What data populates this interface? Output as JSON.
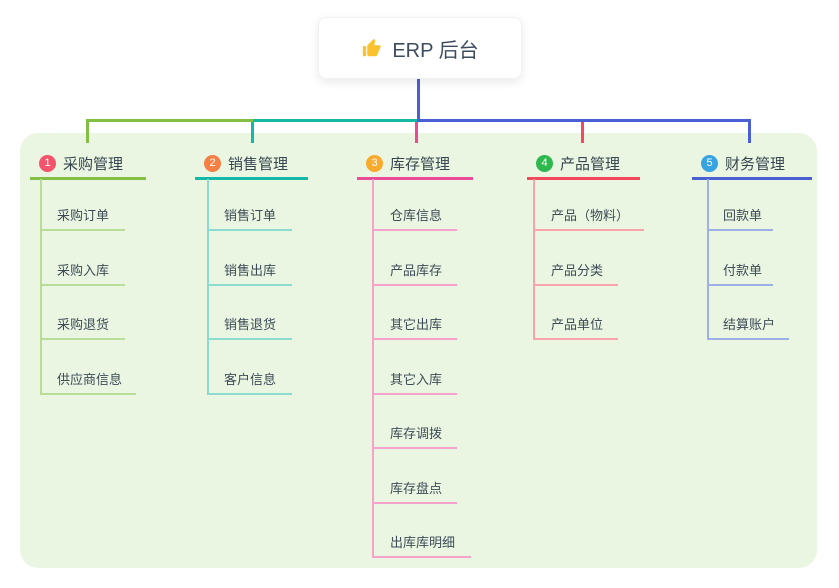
{
  "root": {
    "label": "ERP 后台",
    "icon": "thumbs-up-icon",
    "icon_color": "#f9c22e"
  },
  "connector_root_color": "#4a5fd4",
  "panel_color": "#eaf6e2",
  "branches": [
    {
      "badge": "1",
      "label": "采购管理",
      "badge_color": "#f4546b",
      "line_color": "#82bf44",
      "light_line_color": "#b9dd96",
      "children": [
        "采购订单",
        "采购入库",
        "采购退货",
        "供应商信息"
      ]
    },
    {
      "badge": "2",
      "label": "销售管理",
      "badge_color": "#f58044",
      "line_color": "#14b8a6",
      "light_line_color": "#8cdbd1",
      "children": [
        "销售订单",
        "销售出库",
        "销售退货",
        "客户信息"
      ]
    },
    {
      "badge": "3",
      "label": "库存管理",
      "badge_color": "#f9aa2d",
      "line_color": "#ea4a97",
      "light_line_color": "#f5a3cb",
      "children": [
        "仓库信息",
        "产品库存",
        "其它出库",
        "其它入库",
        "库存调拨",
        "库存盘点",
        "出库库明细"
      ]
    },
    {
      "badge": "4",
      "label": "产品管理",
      "badge_color": "#2fb84d",
      "line_color": "#f4495c",
      "light_line_color": "#f9a3ab",
      "children": [
        "产品（物料）",
        "产品分类",
        "产品单位"
      ]
    },
    {
      "badge": "5",
      "label": "财务管理",
      "badge_color": "#39a3e2",
      "line_color": "#4a5fd4",
      "light_line_color": "#9fb0e6",
      "children": [
        "回款单",
        "付款单",
        "结算账户"
      ]
    }
  ]
}
